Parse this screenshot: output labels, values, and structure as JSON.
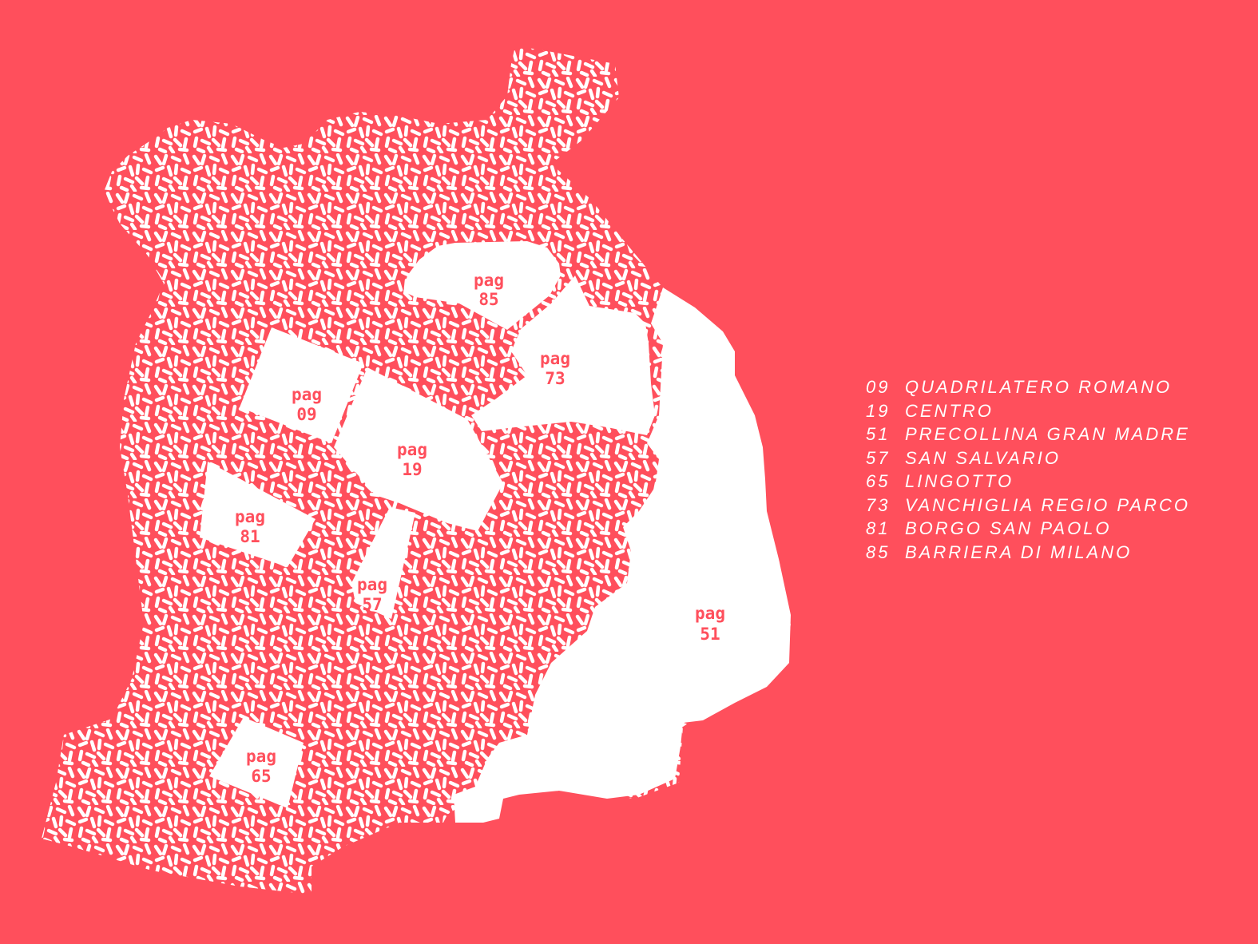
{
  "colors": {
    "background": "#FF4F5C",
    "foreground": "#FFFFFF"
  },
  "map": {
    "districts": [
      {
        "id": "85",
        "prefix": "pag",
        "page": "85"
      },
      {
        "id": "73",
        "prefix": "pag",
        "page": "73"
      },
      {
        "id": "09",
        "prefix": "pag",
        "page": "09"
      },
      {
        "id": "19",
        "prefix": "pag",
        "page": "19"
      },
      {
        "id": "81",
        "prefix": "pag",
        "page": "81"
      },
      {
        "id": "57",
        "prefix": "pag",
        "page": "57"
      },
      {
        "id": "51",
        "prefix": "pag",
        "page": "51"
      },
      {
        "id": "65",
        "prefix": "pag",
        "page": "65"
      }
    ]
  },
  "legend": {
    "items": [
      {
        "page": "09",
        "name": "QUADRILATERO ROMANO"
      },
      {
        "page": "19",
        "name": "CENTRO"
      },
      {
        "page": "51",
        "name": "PRECOLLINA GRAN MADRE"
      },
      {
        "page": "57",
        "name": "SAN SALVARIO"
      },
      {
        "page": "65",
        "name": "LINGOTTO"
      },
      {
        "page": "73",
        "name": "VANCHIGLIA REGIO PARCO"
      },
      {
        "page": "81",
        "name": "BORGO SAN PAOLO"
      },
      {
        "page": "85",
        "name": "BARRIERA DI MILANO"
      }
    ]
  }
}
